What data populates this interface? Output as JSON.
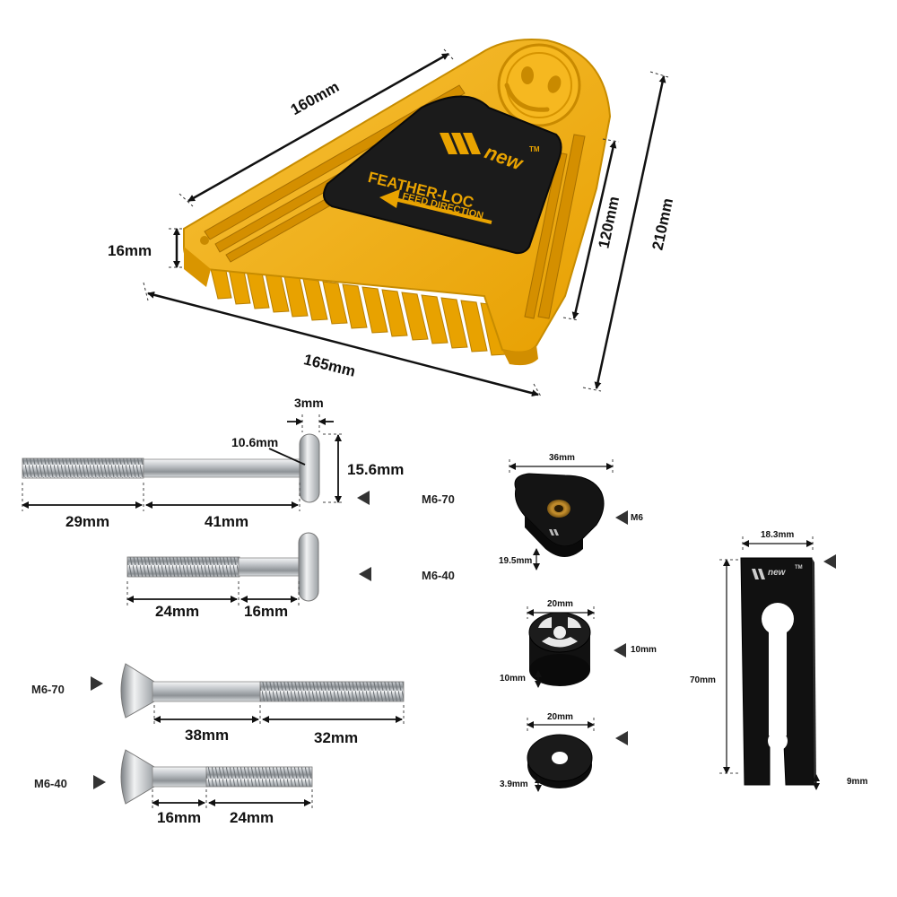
{
  "featherboard": {
    "brand": "new",
    "trademark": "TM",
    "product_name": "FEATHER-LOC",
    "feed_label": "FEED DIRECTION",
    "dims": {
      "top_edge": "160mm",
      "bottom_edge": "165mm",
      "height": "210mm",
      "slot": "120mm",
      "thickness": "16mm"
    }
  },
  "t_bolts": {
    "long": {
      "model": "M6-70",
      "thread": "29mm",
      "shank": "41mm",
      "head_thickness": "3mm",
      "head_width": "10.6mm",
      "head_height": "15.6mm"
    },
    "short": {
      "model": "M6-40",
      "thread": "24mm",
      "shank": "16mm"
    }
  },
  "countersunk_bolts": {
    "long": {
      "model": "M6-70",
      "shank": "38mm",
      "thread": "32mm"
    },
    "short": {
      "model": "M6-40",
      "shank": "16mm",
      "thread": "24mm"
    }
  },
  "knob": {
    "width": "36mm",
    "height": "19.5mm",
    "model": "M6"
  },
  "spacer": {
    "width": "20mm",
    "height": "10mm",
    "side": "10mm"
  },
  "washer": {
    "width": "20mm",
    "height": "3.9mm"
  },
  "slot_plate": {
    "brand": "new",
    "trademark": "TM",
    "width": "18.3mm",
    "length": "70mm",
    "thickness": "9mm"
  },
  "colors": {
    "plastic": "#f2ae0c",
    "plastic_dark": "#c98a00",
    "metal": "#c8ccd0",
    "black_part": "#141414",
    "ink": "#111111"
  }
}
